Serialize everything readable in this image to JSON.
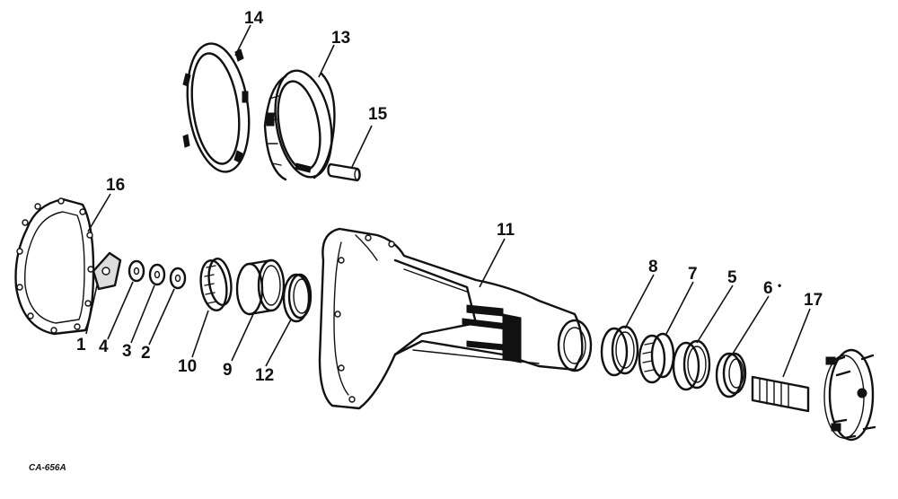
{
  "figure": {
    "reference_code": "CA-656A",
    "callouts": [
      {
        "id": "1",
        "label": "1"
      },
      {
        "id": "2",
        "label": "2"
      },
      {
        "id": "3",
        "label": "3"
      },
      {
        "id": "4",
        "label": "4"
      },
      {
        "id": "5",
        "label": "5"
      },
      {
        "id": "6",
        "label": "6"
      },
      {
        "id": "7",
        "label": "7"
      },
      {
        "id": "8",
        "label": "8"
      },
      {
        "id": "9",
        "label": "9"
      },
      {
        "id": "10",
        "label": "10"
      },
      {
        "id": "11",
        "label": "11"
      },
      {
        "id": "12",
        "label": "12"
      },
      {
        "id": "13",
        "label": "13"
      },
      {
        "id": "14",
        "label": "14"
      },
      {
        "id": "15",
        "label": "15"
      },
      {
        "id": "16",
        "label": "16"
      },
      {
        "id": "17",
        "label": "17"
      }
    ],
    "note_mark": "•"
  }
}
